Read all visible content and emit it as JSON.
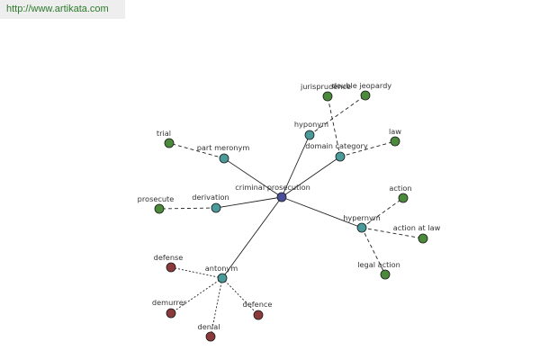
{
  "header": {
    "url": "http://www.artikata.com"
  },
  "colors": {
    "center": "#4a4e9a",
    "relation": "#4a9a9a",
    "related": "#4a8a3a",
    "antonym_term": "#8a3a3a",
    "edge": "#222222"
  },
  "graph": {
    "center": {
      "id": "center",
      "label": "criminal prosecution"
    },
    "relations": [
      {
        "id": "part-meronym",
        "label": "part meronym"
      },
      {
        "id": "derivation",
        "label": "derivation"
      },
      {
        "id": "antonym",
        "label": "antonym"
      },
      {
        "id": "hyponym",
        "label": "hyponym"
      },
      {
        "id": "domain-category",
        "label": "domain category"
      },
      {
        "id": "hypernym",
        "label": "hypernym"
      }
    ],
    "terms": [
      {
        "id": "trial",
        "label": "trial",
        "relation": "part-meronym",
        "kind": "related"
      },
      {
        "id": "prosecute",
        "label": "prosecute",
        "relation": "derivation",
        "kind": "related"
      },
      {
        "id": "jurisprudence",
        "label": "jurisprudence",
        "relation": "domain-category",
        "kind": "related"
      },
      {
        "id": "double-jeopardy",
        "label": "double jeopardy",
        "relation": "hyponym",
        "kind": "related"
      },
      {
        "id": "law",
        "label": "law",
        "relation": "domain-category",
        "kind": "related"
      },
      {
        "id": "action",
        "label": "action",
        "relation": "hypernym",
        "kind": "related"
      },
      {
        "id": "action-at-law",
        "label": "action at law",
        "relation": "hypernym",
        "kind": "related"
      },
      {
        "id": "legal-action",
        "label": "legal action",
        "relation": "hypernym",
        "kind": "related"
      },
      {
        "id": "defense",
        "label": "defense",
        "relation": "antonym",
        "kind": "antonym_term"
      },
      {
        "id": "demurrer",
        "label": "demurrer",
        "relation": "antonym",
        "kind": "antonym_term"
      },
      {
        "id": "denial",
        "label": "denial",
        "relation": "antonym",
        "kind": "antonym_term"
      },
      {
        "id": "defence",
        "label": "defence",
        "relation": "antonym",
        "kind": "antonym_term"
      }
    ]
  }
}
